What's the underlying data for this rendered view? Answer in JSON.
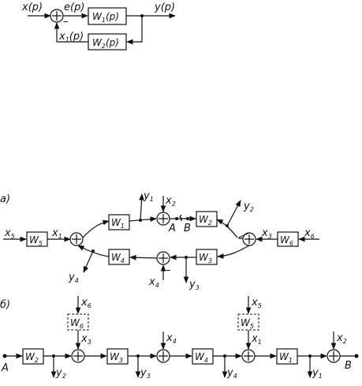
{
  "top": {
    "x_in": "x(p)",
    "e": "e(p)",
    "y_out": "y(p)",
    "x1": "x",
    "x1_sub": "1",
    "x1_arg": "(p)",
    "w1": "W",
    "w1_sub": "1",
    "w1_arg": "(p)",
    "w2": "W",
    "w2_sub": "2",
    "w2_arg": "(p)",
    "minus": "–"
  },
  "a": {
    "label": "а)",
    "W": "W",
    "x": "x",
    "y": "y",
    "A": "A",
    "B": "B",
    "minus": "–",
    "plus": "+",
    "subs": {
      "w5": "5",
      "w1": "1",
      "w2": "2",
      "w4": "4",
      "w3": "3",
      "w6": "6",
      "x5": "5",
      "x1": "1",
      "x2": "2",
      "x3": "3",
      "x6": "6",
      "x4": "4",
      "y1": "1",
      "y2": "2",
      "y4": "4",
      "y3": "3"
    }
  },
  "b": {
    "label": "б)",
    "W": "W",
    "x": "x",
    "y": "y",
    "A": "A",
    "B": "B",
    "subs": {
      "w2": "2",
      "w6": "6",
      "w3": "3",
      "w4": "4",
      "w5": "5",
      "w1": "1",
      "x6": "6",
      "x3": "3",
      "x4": "4",
      "x5": "5",
      "x1": "1",
      "x2": "2",
      "y2": "2",
      "y3": "3",
      "y4": "4",
      "y1": "1"
    }
  }
}
